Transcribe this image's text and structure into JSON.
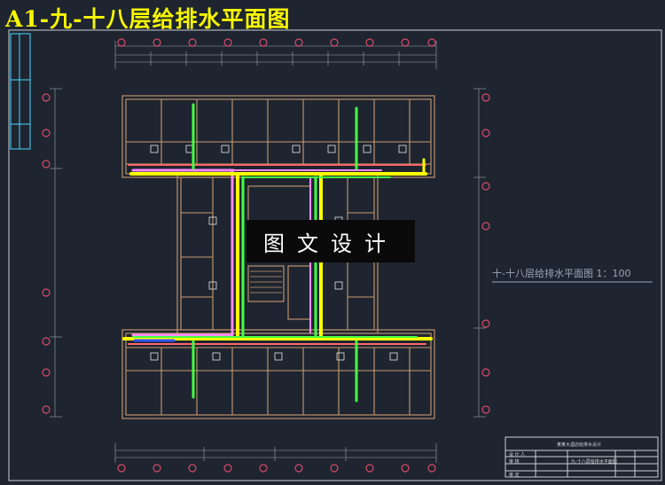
{
  "title": "A1-九-十八层给排水平面图",
  "plan_label": "十-十八层给排水平面图 1：100",
  "watermark": "图文设计",
  "sheet_border": "#c8d0d8",
  "colors": {
    "background": "#1e2530",
    "walls": "#c89a72",
    "supply_pipe": "#ffff00",
    "drain_pipe": "#44ff44",
    "vent_pipe": "#ff88ff",
    "fire_pipe": "#ff6666",
    "axis_bubble": "#d94a6a",
    "dimension": "#9aa6b3"
  },
  "title_block": {
    "project": "某某大酒店给排水设计",
    "drawing": "九-十八层给排水平面图",
    "row1_left": "设 计 人",
    "row2_left": "审 核",
    "row3_left": "审 定"
  }
}
